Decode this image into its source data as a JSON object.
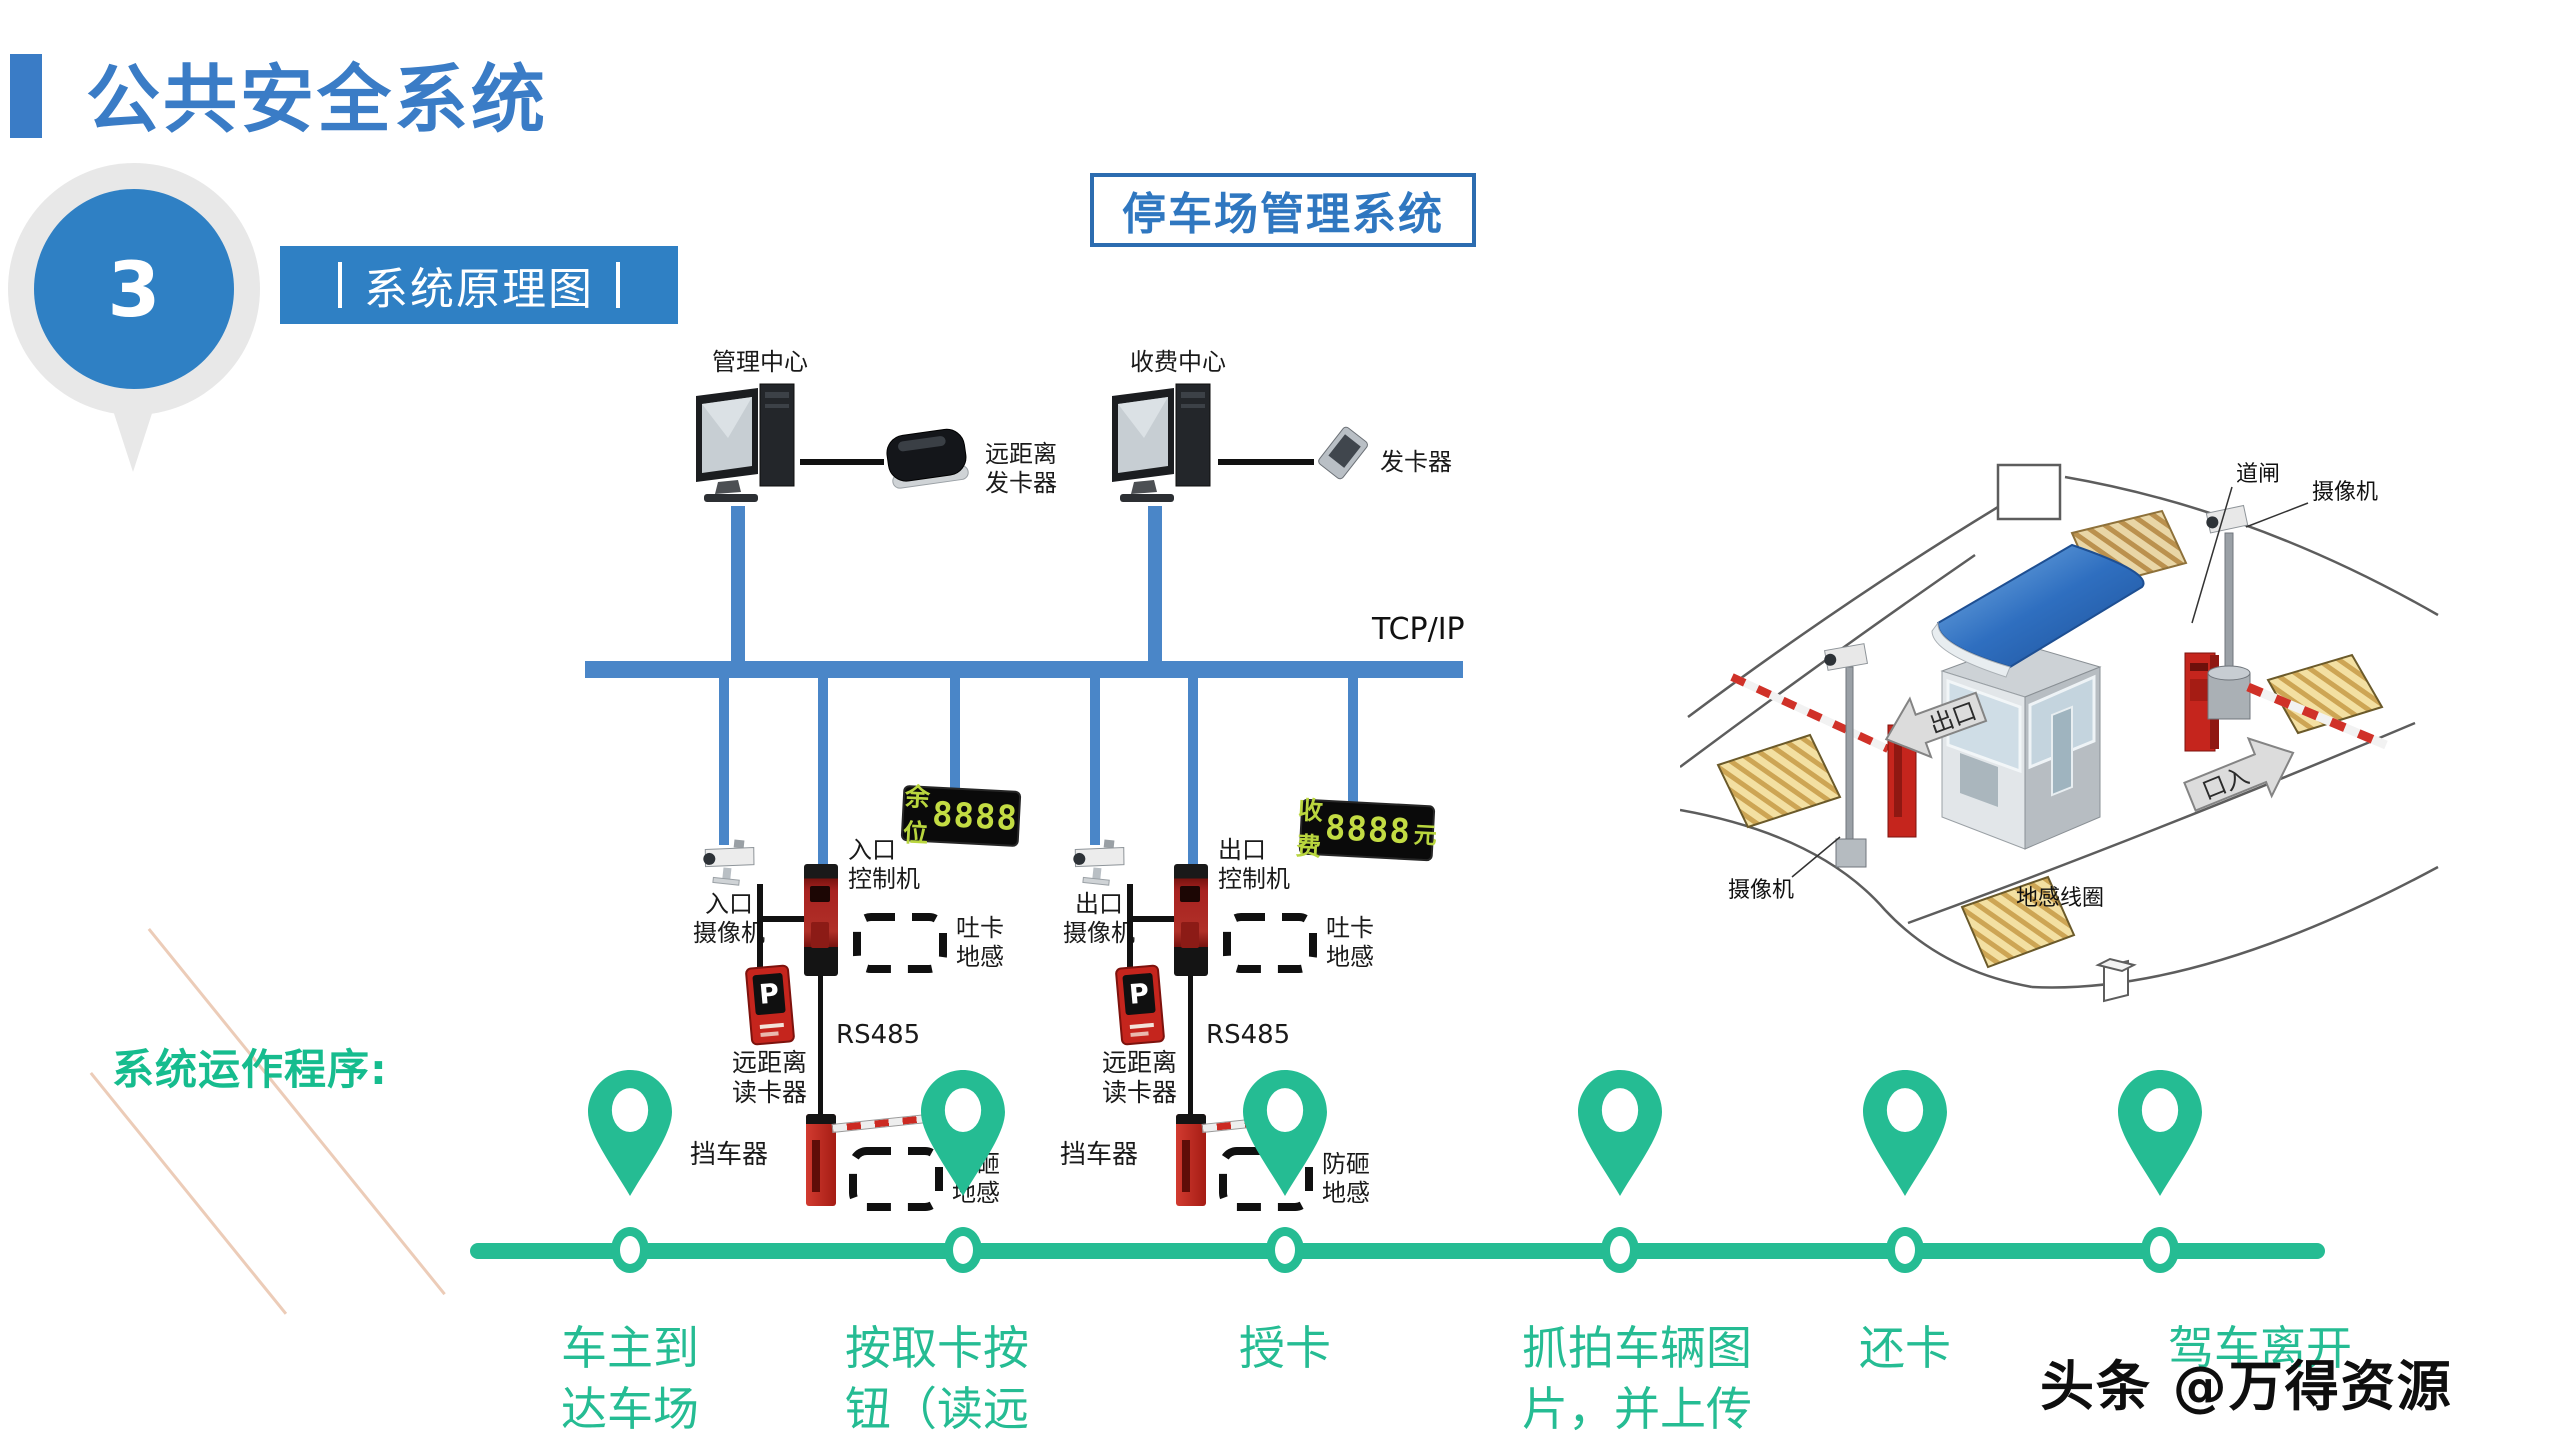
{
  "slide": {
    "title": "公共安全系统",
    "section_number": "3",
    "section_label": "系统原理图",
    "watermark": "头条 @万得资源"
  },
  "colors": {
    "accent_blue": "#3a7cc6",
    "bus_blue": "#4a86c8",
    "timeline_green": "#25bc93",
    "led_green": "#c3dc43",
    "device_red": "#c5251d"
  },
  "network": {
    "title": "停车场管理系统",
    "protocol": "TCP/IP",
    "serial": "RS485",
    "management_center": "管理中心",
    "toll_center": "收费中心",
    "remote_issuer": "远距离\n发卡器",
    "card_issuer": "发卡器",
    "entrance_camera": "入口\n摄像机",
    "entrance_controller": "入口\n控制机",
    "exit_camera": "出口\n摄像机",
    "exit_controller": "出口\n控制机",
    "vacancy_prefix": "余位",
    "vacancy_digits": "8888",
    "toll_prefix": "收费",
    "toll_digits": "8888",
    "toll_suffix": "元",
    "dispense_loop": "吐卡\n地感",
    "anti_smash_loop": "防砸\n地感",
    "remote_reader": "远距离\n读卡器",
    "barrier": "挡车器",
    "p_letter": "P"
  },
  "illustration": {
    "barrier_gate": "道闸",
    "camera_top": "摄像机",
    "camera_left": "摄像机",
    "ground_loop": "地感线圈",
    "exit_sign": "出口",
    "entrance_sign": "口入"
  },
  "timeline": {
    "heading": "系统运作程序:",
    "steps": [
      {
        "label": "车主到\n达车场"
      },
      {
        "label": "按取卡按\n钮（读远\n距离卡）"
      },
      {
        "label": "授卡"
      },
      {
        "label": "抓拍车辆图\n片，并上传"
      },
      {
        "label": "还卡"
      },
      {
        "label": "驾车离开"
      }
    ]
  }
}
